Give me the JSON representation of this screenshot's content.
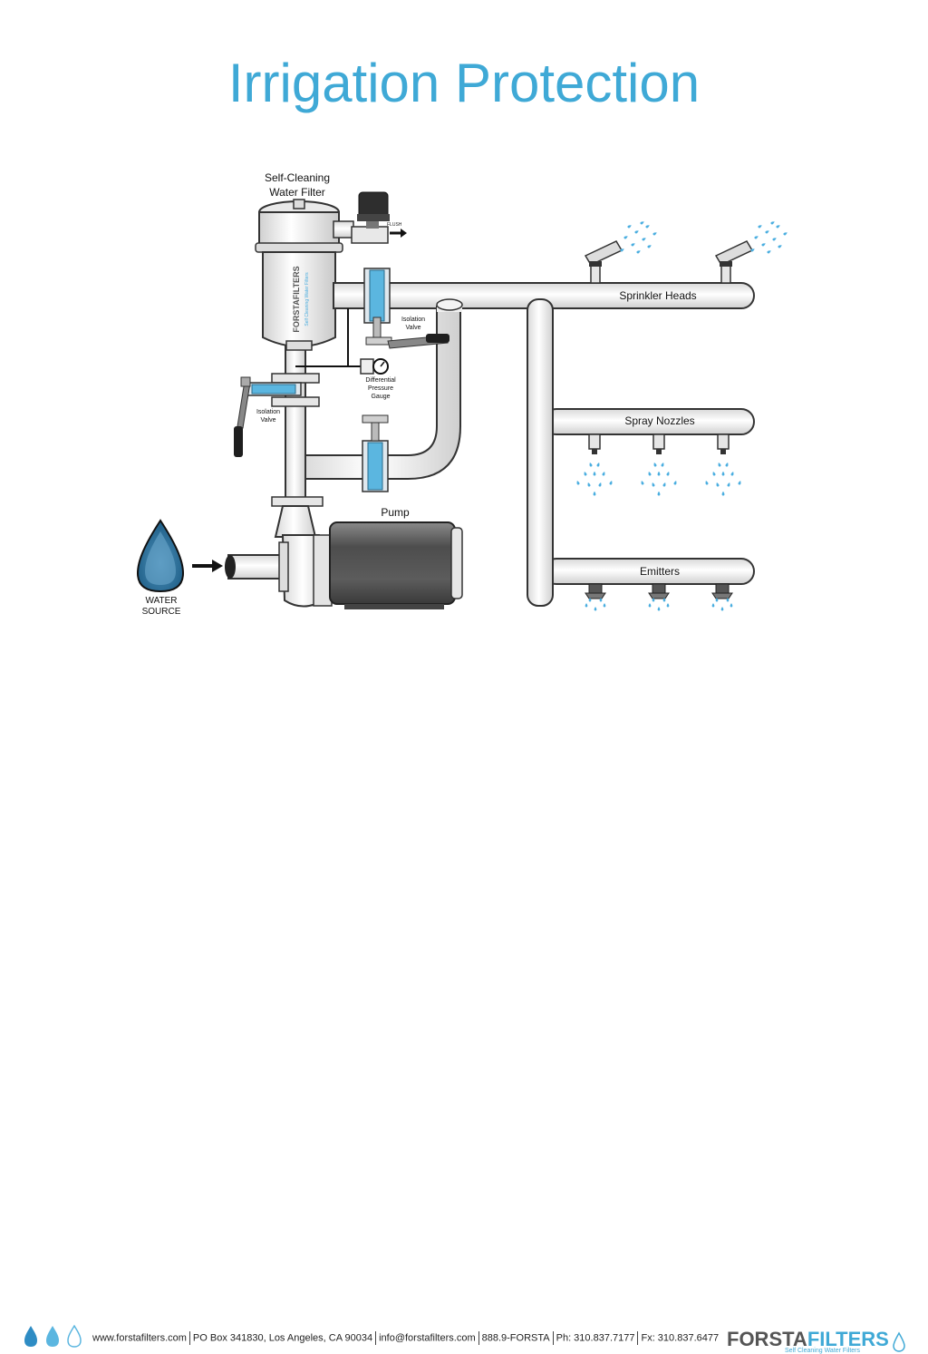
{
  "slide": {
    "title": "Irrigation Protection"
  },
  "diagram": {
    "filter_label_line1": "Self-Cleaning",
    "filter_label_line2": "Water Filter",
    "filter_brand": "FORSTAFILTERS",
    "filter_tagline": "Self Cleaning Water Filters",
    "flush_label": "FLUSH",
    "isolation_valve_top_line1": "Isolation",
    "isolation_valve_top_line2": "Valve",
    "isolation_valve_left_line1": "Isolation",
    "isolation_valve_left_line2": "Valve",
    "gauge_line1": "Differential",
    "gauge_line2": "Pressure",
    "gauge_line3": "Gauge",
    "pump_label": "Pump",
    "water_source_line1": "WATER",
    "water_source_line2": "SOURCE",
    "sprinkler_label": "Sprinkler Heads",
    "spray_label": "Spray Nozzles",
    "emitters_label": "Emitters"
  },
  "footer": {
    "website": "www.forstafilters.com",
    "address": "PO Box 341830, Los Angeles, CA 90034",
    "email": "info@forstafilters.com",
    "phone_vanity": "888.9-FORSTA",
    "phone": "Ph: 310.837.7177",
    "fax": "Fx: 310.837.6477",
    "brand_part1": "FORSTA",
    "brand_part2": "FILTERS",
    "tagline": "Self Cleaning Water Filters"
  },
  "colors": {
    "title": "#3fa9d6",
    "water_drop": "#4aaee0",
    "valve_blue": "#5bb6e0",
    "pipe_fill": "#f4f4f4",
    "pipe_stroke": "#333333",
    "pump_motor": "#5a5a5a"
  }
}
